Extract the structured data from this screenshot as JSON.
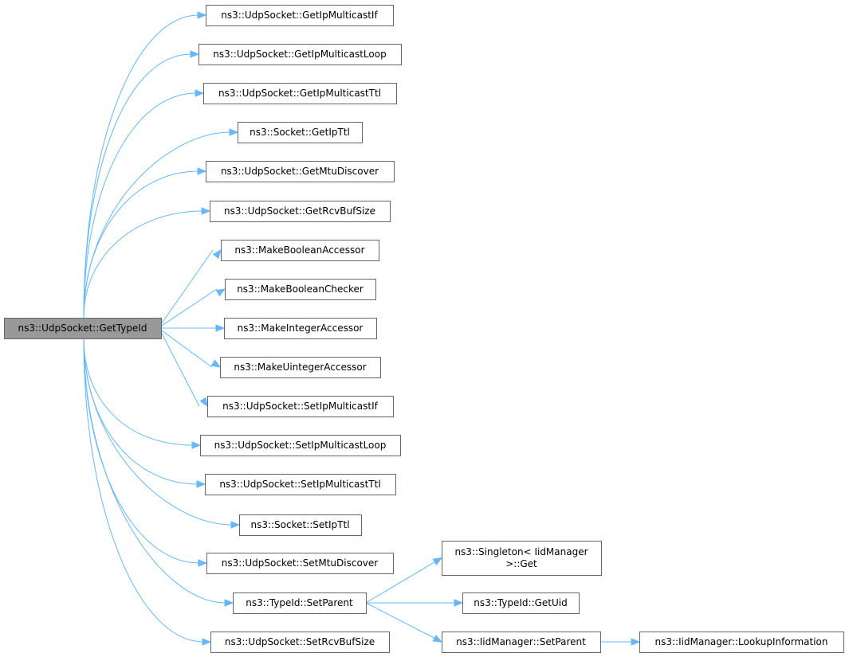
{
  "colors": {
    "edge": "#63b8ff",
    "node_border": "#666666",
    "root_fill": "#999999",
    "node_fill": "#ffffff"
  },
  "nodes": [
    {
      "id": "root",
      "lines": [
        "ns3::UdpSocket::GetTypeId"
      ],
      "root": true
    },
    {
      "id": "n1",
      "lines": [
        "ns3::UdpSocket::GetIpMulticastIf"
      ]
    },
    {
      "id": "n2",
      "lines": [
        "ns3::UdpSocket::GetIpMulticastLoop"
      ]
    },
    {
      "id": "n3",
      "lines": [
        "ns3::UdpSocket::GetIpMulticastTtl"
      ]
    },
    {
      "id": "n4",
      "lines": [
        "ns3::Socket::GetIpTtl"
      ]
    },
    {
      "id": "n5",
      "lines": [
        "ns3::UdpSocket::GetMtuDiscover"
      ]
    },
    {
      "id": "n6",
      "lines": [
        "ns3::UdpSocket::GetRcvBufSize"
      ]
    },
    {
      "id": "n7",
      "lines": [
        "ns3::MakeBooleanAccessor"
      ]
    },
    {
      "id": "n8",
      "lines": [
        "ns3::MakeBooleanChecker"
      ]
    },
    {
      "id": "n9",
      "lines": [
        "ns3::MakeIntegerAccessor"
      ]
    },
    {
      "id": "n10",
      "lines": [
        "ns3::MakeUintegerAccessor"
      ]
    },
    {
      "id": "n11",
      "lines": [
        "ns3::UdpSocket::SetIpMulticastIf"
      ]
    },
    {
      "id": "n12",
      "lines": [
        "ns3::UdpSocket::SetIpMulticastLoop"
      ]
    },
    {
      "id": "n13",
      "lines": [
        "ns3::UdpSocket::SetIpMulticastTtl"
      ]
    },
    {
      "id": "n14",
      "lines": [
        "ns3::Socket::SetIpTtl"
      ]
    },
    {
      "id": "n15",
      "lines": [
        "ns3::UdpSocket::SetMtuDiscover"
      ]
    },
    {
      "id": "n16",
      "lines": [
        "ns3::TypeId::SetParent"
      ]
    },
    {
      "id": "n17",
      "lines": [
        "ns3::UdpSocket::SetRcvBufSize"
      ]
    },
    {
      "id": "n18",
      "lines": [
        "ns3::Singleton< IidManager",
        ">::Get"
      ]
    },
    {
      "id": "n19",
      "lines": [
        "ns3::TypeId::GetUid"
      ]
    },
    {
      "id": "n20",
      "lines": [
        "ns3::IidManager::SetParent"
      ]
    },
    {
      "id": "n21",
      "lines": [
        "ns3::IidManager::LookupInformation"
      ]
    }
  ],
  "edges": [
    [
      "root",
      "n1"
    ],
    [
      "root",
      "n2"
    ],
    [
      "root",
      "n3"
    ],
    [
      "root",
      "n4"
    ],
    [
      "root",
      "n5"
    ],
    [
      "root",
      "n6"
    ],
    [
      "root",
      "n7"
    ],
    [
      "root",
      "n8"
    ],
    [
      "root",
      "n9"
    ],
    [
      "root",
      "n10"
    ],
    [
      "root",
      "n11"
    ],
    [
      "root",
      "n12"
    ],
    [
      "root",
      "n13"
    ],
    [
      "root",
      "n14"
    ],
    [
      "root",
      "n15"
    ],
    [
      "root",
      "n16"
    ],
    [
      "root",
      "n17"
    ],
    [
      "n16",
      "n18"
    ],
    [
      "n16",
      "n19"
    ],
    [
      "n16",
      "n20"
    ],
    [
      "n20",
      "n21"
    ]
  ]
}
